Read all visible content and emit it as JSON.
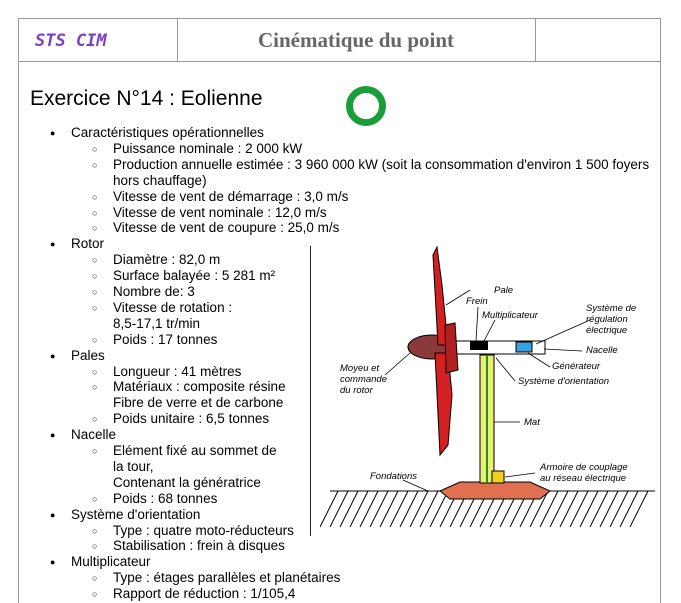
{
  "header": {
    "left": "STS CIM",
    "title": "Cinématique du point"
  },
  "exercise_title": "Exercice N°14 : Eolienne",
  "lines": [
    {
      "t": "Caractéristiques opérationnelles",
      "l": 1
    },
    {
      "t": "Puissance nominale : 2 000 kW",
      "l": 2
    },
    {
      "t": "Production annuelle estimée : 3 960 000 kW (soit la consommation d'environ 1 500 foyers",
      "l": 2
    },
    {
      "t": "hors chauffage)",
      "l": 3
    },
    {
      "t": "Vitesse de vent de démarrage : 3,0 m/s",
      "l": 2
    },
    {
      "t": "Vitesse de vent nominale : 12,0 m/s",
      "l": 2
    },
    {
      "t": "Vitesse de vent de coupure : 25,0 m/s",
      "l": 2
    },
    {
      "t": "Rotor",
      "l": 1
    },
    {
      "t": "Diamètre : 82,0 m",
      "l": 2
    },
    {
      "t": "Surface balayée : 5 281 m²",
      "l": 2
    },
    {
      "t": "Nombre de: 3",
      "l": 2
    },
    {
      "t": "Vitesse de rotation :",
      "l": 2
    },
    {
      "t": "8,5-17,1 tr/min",
      "l": 3
    },
    {
      "t": "Poids : 17 tonnes",
      "l": 2
    },
    {
      "t": "Pales",
      "l": 1
    },
    {
      "t": "Longueur : 41 mètres",
      "l": 2
    },
    {
      "t": "Matériaux : composite résine",
      "l": 2
    },
    {
      "t": "Fibre de verre et de carbone",
      "l": 3
    },
    {
      "t": "Poids unitaire : 6,5 tonnes",
      "l": 2
    },
    {
      "t": "Nacelle",
      "l": 1
    },
    {
      "t": "Elément fixé au sommet de",
      "l": 2
    },
    {
      "t": " la tour,",
      "l": 3
    },
    {
      "t": "Contenant la génératrice",
      "l": 3
    },
    {
      "t": "Poids : 68 tonnes",
      "l": 2
    },
    {
      "t": "Système d'orientation",
      "l": 1
    },
    {
      "t": "Type : quatre moto-réducteurs",
      "l": 2
    },
    {
      "t": "Stabilisation : frein à disques",
      "l": 2
    },
    {
      "t": "Multiplicateur",
      "l": 1
    },
    {
      "t": "Type : étages parallèles et planétaires",
      "l": 2
    },
    {
      "t": "Rapport de réduction : 1/105,4",
      "l": 2
    }
  ],
  "figure_labels": {
    "pale": "Pale",
    "frein": "Frein",
    "multiplicateur": "Multiplicateur",
    "regulation1": "Système de",
    "regulation2": "régulation",
    "regulation3": "électrique",
    "nacelle": "Nacelle",
    "generateur": "Générateur",
    "orientation": "Système d'orientation",
    "moyeu1": "Moyeu et",
    "moyeu2": "commande",
    "moyeu3": "du rotor",
    "mat": "Mat",
    "fondations": "Fondations",
    "armoire1": "Armoire de couplage",
    "armoire2": "au réseau électrique"
  },
  "colors": {
    "sts": "#7b3fc4",
    "ring": "#1a9e3a",
    "blade": "#d42020",
    "mast": "#e8f070"
  }
}
